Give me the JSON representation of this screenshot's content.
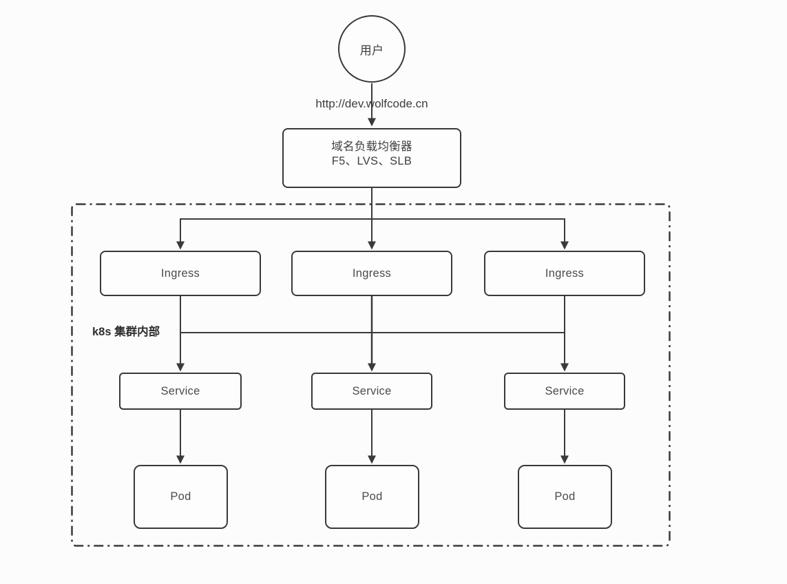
{
  "nodes": {
    "user": {
      "label": "用户"
    },
    "request_url": {
      "label": "http://dev.wolfcode.cn"
    },
    "load_balancer": {
      "line1": "域名负载均衡器",
      "line2": "F5、LVS、SLB"
    },
    "cluster": {
      "label": "k8s 集群内部"
    },
    "ingress": [
      {
        "label": "Ingress"
      },
      {
        "label": "Ingress"
      },
      {
        "label": "Ingress"
      }
    ],
    "service": [
      {
        "label": "Service"
      },
      {
        "label": "Service"
      },
      {
        "label": "Service"
      }
    ],
    "pod": [
      {
        "label": "Pod"
      },
      {
        "label": "Pod"
      },
      {
        "label": "Pod"
      }
    ]
  },
  "colors": {
    "stroke": "#3a3a3a",
    "node_border": "#383838",
    "text": "#3f3f3f",
    "background": "#fcfcfc"
  }
}
